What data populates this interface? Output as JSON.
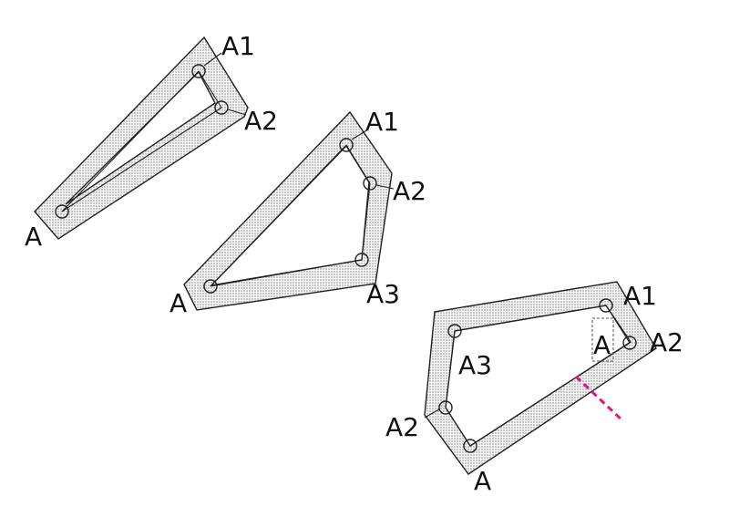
{
  "colors": {
    "outline": "#222222",
    "dot_fill": "#555555",
    "accent_dash": "#e8127a",
    "background": "#ffffff"
  },
  "figure1": {
    "labels": {
      "start": "A",
      "v1": "A1",
      "v2": "A2"
    }
  },
  "figure2": {
    "labels": {
      "start": "A",
      "v1": "A1",
      "v2": "A2",
      "v3": "A3"
    }
  },
  "figure3": {
    "labels": {
      "bottom": "A",
      "v1": "A1",
      "v2": "A2",
      "v3": "A3",
      "left": "A2",
      "boxed": "A"
    }
  }
}
